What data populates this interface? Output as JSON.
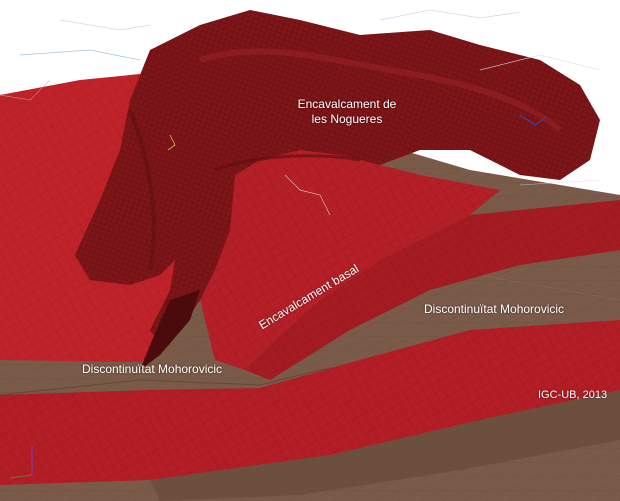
{
  "labels": {
    "nogueres_thrust": "Encavalcament de\nles Nogueres",
    "moho_left": "Discontinuïtat Mohorovicic",
    "basal_thrust": "Encavalcament basal",
    "moho_right": "Discontinuïtat Mohorovicic",
    "credit": "IGC-UB, 2013"
  },
  "colors": {
    "background": "#ffffff",
    "moho_surface": "#7a5a48",
    "moho_surface_light": "#8b6a55",
    "basal_thrust_surface": "#c0222a",
    "nogueres_thrust_surface": "#7e1518",
    "label_text": "#ffffff"
  }
}
